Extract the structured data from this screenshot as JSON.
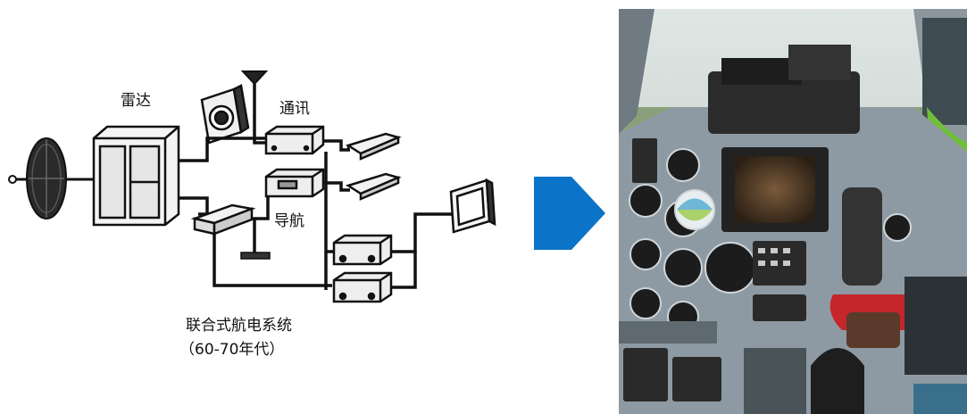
{
  "diagram": {
    "labels": {
      "radar": "雷达",
      "comm": "通讯",
      "nav": "导航"
    },
    "caption_line1": "联合式航电系统",
    "caption_line2": "（60-70年代）"
  },
  "arrow": {
    "color": "#0b74c9"
  },
  "photo": {
    "subject": "aircraft-cockpit-photo"
  }
}
